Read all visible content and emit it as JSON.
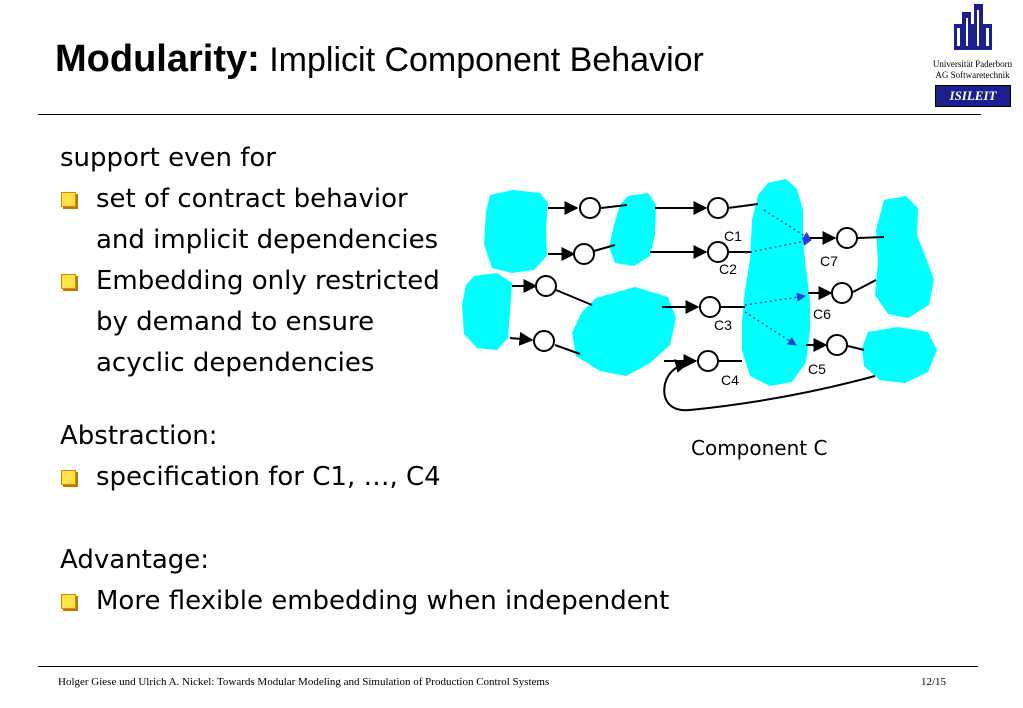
{
  "title": {
    "bold": "Modularity:",
    "rest": " Implicit Component Behavior"
  },
  "logo": {
    "line1": "Universität Paderborn",
    "line2": "AG Softwaretechnik",
    "badge": "ISILEIT"
  },
  "body": {
    "intro": "support even for",
    "bullet1_line1": "set of contract behavior",
    "bullet1_line2": "and implicit dependencies",
    "bullet2_line1": "Embedding only restricted",
    "bullet2_line2": "by demand to ensure",
    "bullet2_line3": "acyclic dependencies",
    "abstraction_heading": "Abstraction:",
    "abstraction_bullet": "specification for C1, …, C4",
    "advantage_heading": "Advantage:",
    "advantage_bullet": "More flexible embedding when independent"
  },
  "diagram": {
    "caption": "Component C",
    "ports": {
      "c1": "C1",
      "c2": "C2",
      "c3": "C3",
      "c4": "C4",
      "c5": "C5",
      "c6": "C6",
      "c7": "C7"
    },
    "colors": {
      "blob": "#00ffff",
      "dependency": "#2a3fd6"
    }
  },
  "footer": {
    "citation": "Holger Giese und Ulrich A. Nickel: Towards Modular Modeling and Simulation of Production Control Systems",
    "page": "12/15"
  }
}
